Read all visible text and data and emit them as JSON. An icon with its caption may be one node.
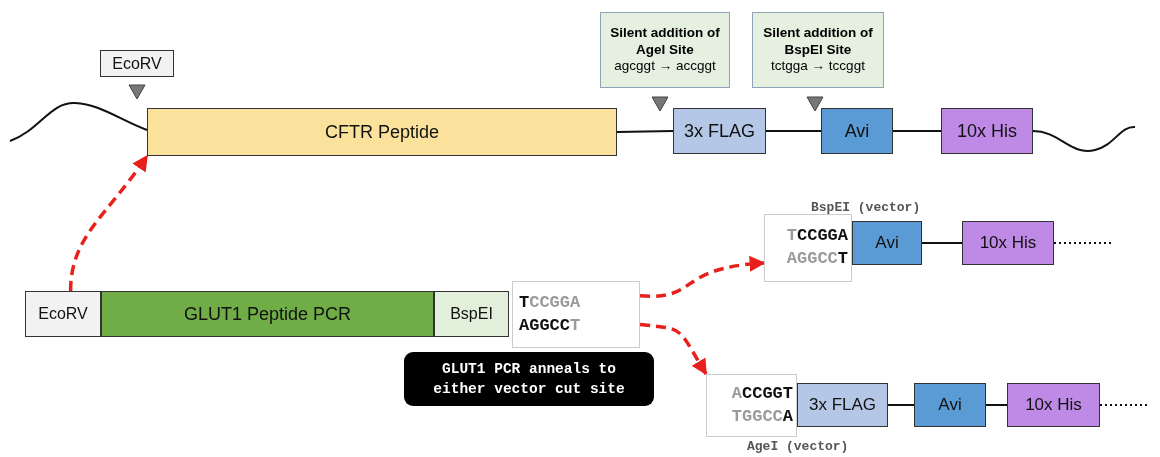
{
  "diagram": {
    "nodes": [
      {
        "text": [
          "EcoRV"
        ]
      },
      {
        "text": [
          "Silent addition of AgeI Site",
          "agcggt → accggt"
        ]
      },
      {
        "text": [
          "Silent addition of BspEI Site",
          "tctgga → tccggt"
        ]
      },
      {
        "text": [
          "CFTR Peptide"
        ]
      },
      {
        "text": [
          "3x FLAG"
        ]
      },
      {
        "text": [
          "Avi"
        ]
      },
      {
        "text": [
          "10x His"
        ]
      },
      {
        "text": [
          "EcoRV"
        ]
      },
      {
        "text": [
          "GLUT1 Peptide PCR"
        ]
      },
      {
        "text": [
          "BspEI"
        ]
      },
      {
        "text": [
          "**T**CCGGA",
          "**AGGCC**T"
        ]
      },
      {
        "text": [
          "GLUT1 PCR anneals to either vector cut site"
        ]
      },
      {
        "text": [
          "T**CCGGA**",
          "AGGCC**T**"
        ],
        "beside": [
          "BspEI (vector)"
        ]
      },
      {
        "text": [
          "Avi"
        ]
      },
      {
        "text": [
          "10x His"
        ]
      },
      {
        "text": [
          "A**CCGGT**",
          "TGGCC**A**"
        ],
        "beside": [
          "AgeI (vector)"
        ]
      },
      {
        "text": [
          "3x FLAG"
        ]
      },
      {
        "text": [
          "Avi"
        ]
      },
      {
        "text": [
          "10x His"
        ]
      }
    ],
    "edges": [
      {
        "from": 3,
        "to": 4,
        "arrow": "none"
      },
      {
        "from": 4,
        "to": 5,
        "arrow": "none"
      },
      {
        "from": 5,
        "to": 6,
        "arrow": "none"
      },
      {
        "from": 7,
        "to": 3,
        "arrow": "to",
        "style": "dashed",
        "color": "#e8201c"
      },
      {
        "from": 10,
        "to": 12,
        "arrow": "to",
        "style": "dashed",
        "color": "#e8201c"
      },
      {
        "from": 10,
        "to": 15,
        "arrow": "to",
        "style": "dashed",
        "color": "#e8201c"
      },
      {
        "from": 13,
        "to": 14,
        "arrow": "none"
      },
      {
        "from": 16,
        "to": 17,
        "arrow": "none"
      },
      {
        "from": 17,
        "to": 18,
        "arrow": "none"
      }
    ]
  }
}
